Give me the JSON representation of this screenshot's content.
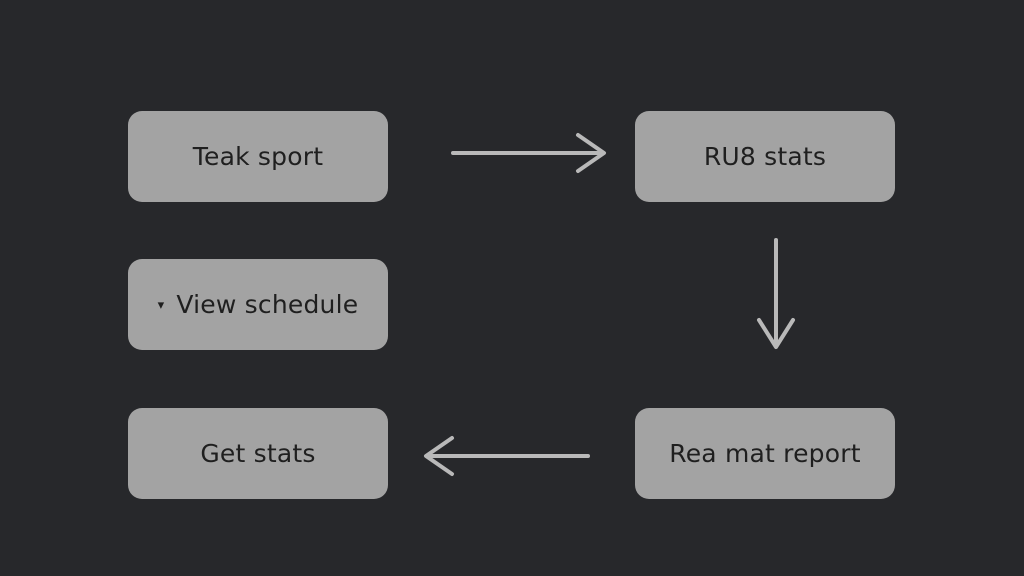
{
  "nodes": {
    "teak_sport": "Teak sport",
    "rub_stats": "RU8 stats",
    "view_schedule": "View schedule",
    "view_schedule_caret": "▾",
    "get_stats": "Get stats",
    "rea_mat_report": "Rea mat report"
  },
  "edges": [
    {
      "from": "Teak sport",
      "to": "RU8 stats"
    },
    {
      "from": "RU8 stats",
      "to": "Rea mat report"
    },
    {
      "from": "Rea mat report",
      "to": "Get stats"
    }
  ],
  "colors": {
    "background": "#27282b",
    "node_fill": "#a3a3a3",
    "node_text": "#1f1f1f",
    "arrow": "#b9b9b9"
  }
}
